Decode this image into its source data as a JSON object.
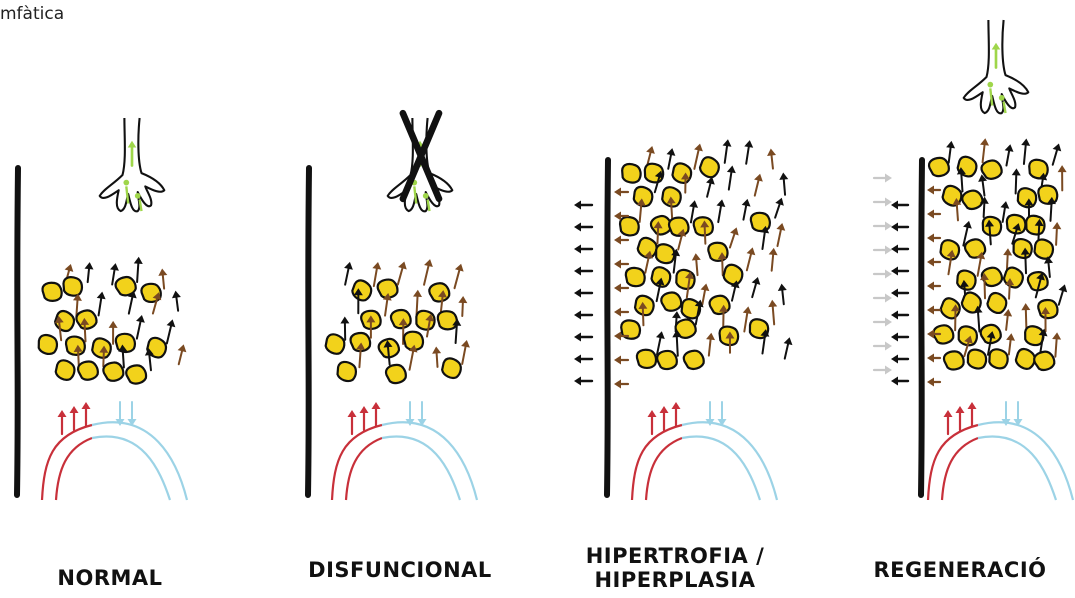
{
  "header_fragment": "mfàtica",
  "panels": [
    {
      "label": "NORMAL"
    },
    {
      "label": "DISFUNCIONAL"
    },
    {
      "label": "HIPERTROFIA /\nHIPERPLASIA"
    },
    {
      "label": "REGENERACIÓ"
    }
  ],
  "colors": {
    "cell_fill": "#f2d21b",
    "cell_outline": "#111111",
    "arrow_brown": "#7a4a22",
    "arrow_black": "#111111",
    "arrow_green": "#9fd64a",
    "artery_red": "#c8303a",
    "vein_blue": "#9cd3e6",
    "grey_arrow": "#c8c8c8"
  }
}
